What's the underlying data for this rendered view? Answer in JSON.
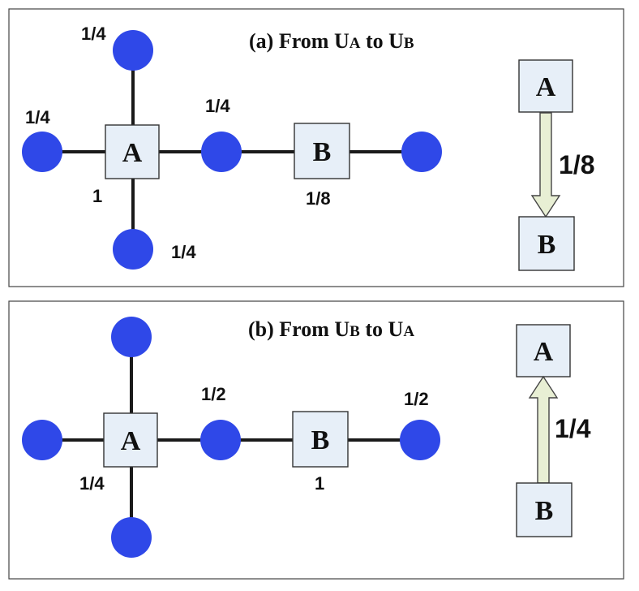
{
  "panels": [
    {
      "title": {
        "prefix": "(a) From ",
        "from_main": "U",
        "from_sub": "A",
        "middle": " to ",
        "to_main": "U",
        "to_sub": "B"
      },
      "node_a_label": "A",
      "node_b_label": "B",
      "weights": {
        "top": "1/4",
        "left": "1/4",
        "mid": "1/4",
        "bottom": "1/4",
        "a": "1",
        "b": "1/8"
      },
      "legend": {
        "upper_box": "A",
        "lower_box": "B",
        "value": "1/8",
        "direction": "down"
      }
    },
    {
      "title": {
        "prefix": "(b) From ",
        "from_main": "U",
        "from_sub": "B",
        "middle": " to ",
        "to_main": "U",
        "to_sub": "A"
      },
      "node_a_label": "A",
      "node_b_label": "B",
      "weights": {
        "mid": "1/2",
        "right": "1/2",
        "a": "1/4",
        "b": "1"
      },
      "legend": {
        "upper_box": "A",
        "lower_box": "B",
        "value": "1/4",
        "direction": "up"
      }
    }
  ],
  "colors": {
    "node": "#2f48e8",
    "box_fill": "#e7eff8",
    "arrow_fill": "#e8efd4"
  }
}
